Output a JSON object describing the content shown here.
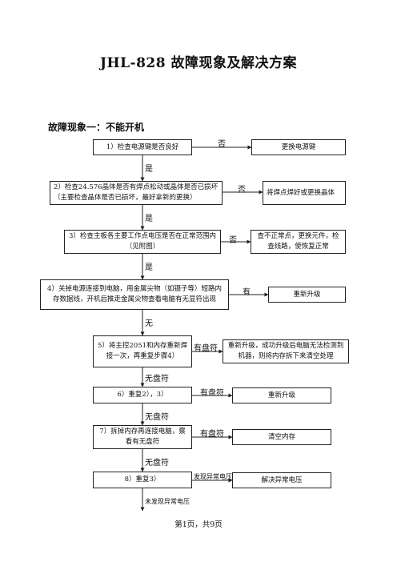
{
  "title": "JHL-828 故障现象及解决方案",
  "subtitle": "故障现象一：不能开机",
  "steps": [
    {
      "text": "1）检查电源键是否良好",
      "no_label": "否",
      "action": "更换电源键",
      "next_label": "是"
    },
    {
      "text": "2）检查24.576晶体是否有焊点松动或晶体是否已损坏（主要检查晶体是否已损坏，最好拿新的更换）",
      "no_label": "否",
      "action": "将焊点焊好或更换晶体",
      "next_label": "是"
    },
    {
      "text": "3）检查主板各主要工作点电压是否在正常范围内（见附图）",
      "no_label": "否",
      "action": "查不正常点，更换元件，检查线路，使恢复正常",
      "next_label": "是"
    },
    {
      "text": "4）关掉电源连接到电脑，用金属尖物（如镊子等）短路内存数据线，开机后推走金属尖物查看电脑有无显符出现",
      "no_label": "有",
      "action": "重新升级",
      "next_label": "无"
    },
    {
      "text": "5）将主控2051和内存重新焊接一次，再重复步骤4）",
      "no_label": "有盘符",
      "action": "重新升级，成功升级后电脑无法检测到机器，则将内存拆下来清空处理",
      "next_label": "无盘符"
    },
    {
      "text": "6）重复2），3）",
      "no_label": "有盘符",
      "action": "重新升级",
      "next_label": "无盘符"
    },
    {
      "text": "7）拆掉内存再连接电脑，察看有无盘符",
      "no_label": "有盘符",
      "action": "清空内存",
      "next_label": "无盘符"
    },
    {
      "text": "8）重复3）",
      "no_label": "发现异常电压",
      "action": "解决异常电压",
      "next_label": "未发现异常电压"
    }
  ],
  "footer": "第1页，共9页"
}
